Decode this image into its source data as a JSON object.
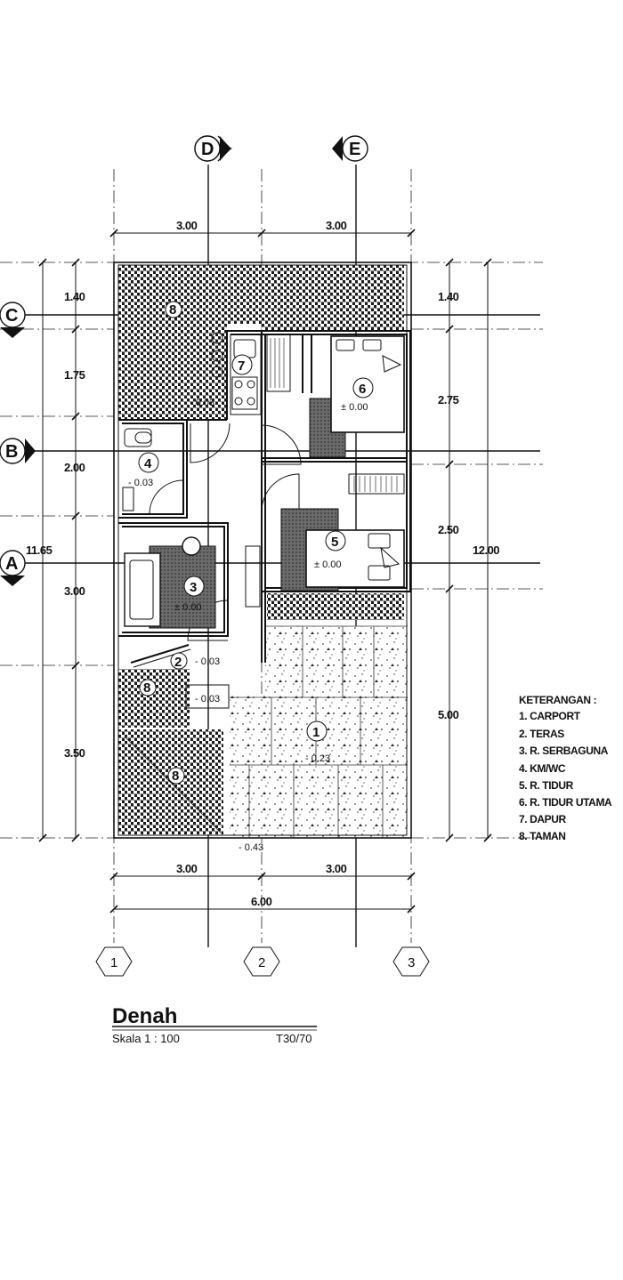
{
  "grid_letters": [
    "D",
    "E",
    "C",
    "B",
    "A"
  ],
  "grid_numbers": [
    "1",
    "2",
    "3"
  ],
  "dims": {
    "top_left": "3.00",
    "top_right": "3.00",
    "bottom_left": "3.00",
    "bottom_right": "3.00",
    "bottom_total": "6.00",
    "left_1": "1.40",
    "left_2": "1.75",
    "left_3": "2.00",
    "left_4": "3.00",
    "left_5": "3.50",
    "left_total": "11.65",
    "right_1": "1.40",
    "right_2": "2.75",
    "right_3": "2.50",
    "right_4": "5.00",
    "right_total": "12.00"
  },
  "rooms": {
    "r1": "1",
    "r2": "2",
    "r3": "3",
    "r4": "4",
    "r5": "5",
    "r6": "6",
    "r7": "7",
    "r8a": "8",
    "r8b": "8",
    "r8c": "8"
  },
  "levels": {
    "kitchen": "- 0.03",
    "bath": "- 0.03",
    "serbaguna": "± 0.00",
    "tidur": "± 0.00",
    "tidur_utama": "± 0.00",
    "teras_a": "- 0.03",
    "teras_b": "- 0.03",
    "carport": "- 0.23",
    "outside": "- 0.43"
  },
  "legend": {
    "heading": "KETERANGAN :",
    "items": [
      "1. CARPORT",
      "2. TERAS",
      "3. R. SERBAGUNA",
      "4. KM/WC",
      "5. R. TIDUR",
      "6. R. TIDUR UTAMA",
      "7. DAPUR",
      "8. TAMAN"
    ]
  },
  "title_block": {
    "title": "Denah",
    "scale": "Skala 1 : 100",
    "type": "T30/70"
  }
}
